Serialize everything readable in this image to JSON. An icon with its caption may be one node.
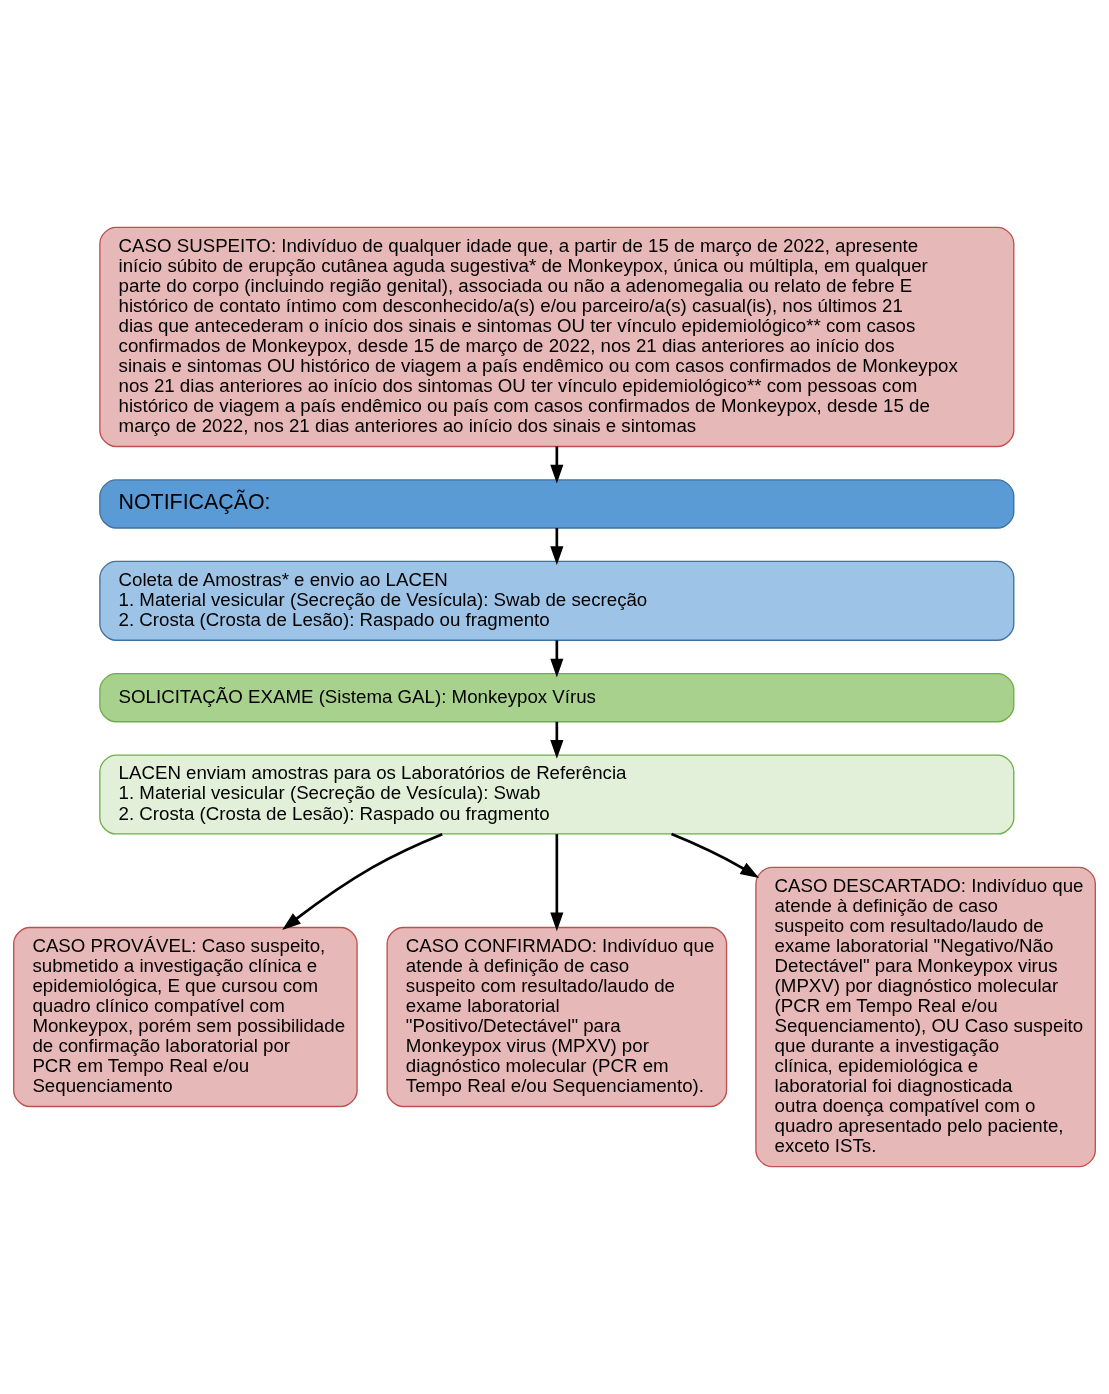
{
  "diagram": {
    "nodes": [
      {
        "text": [
          "CASO SUSPEITO: Indivíduo de qualquer idade que, a partir de 15 de março de 2022, apresente início súbito de erupção cutânea aguda sugestiva* de Monkeypox, única ou múltipla, em qualquer parte do corpo (incluindo região genital), associada ou não a adenomegalia ou relato de febre E histórico de contato íntimo com desconhecido/a(s) e/ou parceiro/a(s) casual(is), nos últimos 21 dias que antecederam o início dos sinais e sintomas OU ter vínculo epidemiológico** com casos confirmados de Monkeypox, desde 15 de março de 2022, nos 21 dias anteriores ao início dos sinais e sintomas OU histórico de viagem a país endêmico ou com casos confirmados de Monkeypox nos 21 dias anteriores ao início dos sintomas OU ter vínculo epidemiológico** com pessoas com histórico de viagem a país endêmico ou país com casos confirmados de Monkeypox, desde 15 de março de 2022, nos 21 dias anteriores ao início dos sinais e sintomas"
        ]
      },
      {
        "text": [
          "NOTIFICAÇÃO:"
        ]
      },
      {
        "text": [
          "Coleta de Amostras* e envio ao LACEN",
          "1. Material vesicular (Secreção de Vesícula): Swab de secreção",
          "2. Crosta (Crosta de Lesão): Raspado ou fragmento"
        ]
      },
      {
        "text": [
          "SOLICITAÇÃO EXAME (Sistema GAL): Monkeypox Vírus"
        ]
      },
      {
        "text": [
          "LACEN enviam amostras para os Laboratórios de Referência",
          "1. Material vesicular (Secreção de Vesícula): Swab",
          "2. Crosta (Crosta de Lesão): Raspado ou fragmento"
        ]
      },
      {
        "text": [
          "CASO PROVÁVEL: Caso suspeito, submetido a investigação clínica e epidemiológica, E que cursou com quadro clínico compatível com Monkeypox, porém sem possibilidade de confirmação laboratorial por PCR em Tempo Real e/ou Sequenciamento"
        ]
      },
      {
        "text": [
          "CASO CONFIRMADO: Indivíduo que atende à definição de caso suspeito com resultado/laudo de exame laboratorial \"Positivo/Detectável\" para Monkeypox virus (MPXV) por diagnóstico molecular (PCR em Tempo Real e/ou Sequenciamento)."
        ]
      },
      {
        "text": [
          "CASO DESCARTADO: Indivíduo que atende à definição de caso suspeito com resultado/laudo de exame laboratorial \"Negativo/Não Detectável\" para Monkeypox virus (MPXV) por diagnóstico molecular (PCR em Tempo Real e/ou Sequenciamento), OU Caso suspeito que durante a investigação clínica, epidemiológica e laboratorial foi diagnosticada outra doença compatível com o quadro apresentado pelo paciente, exceto ISTs."
        ]
      }
    ],
    "edges": [
      {
        "from": 0,
        "to": 1,
        "arrow": "to"
      },
      {
        "from": 1,
        "to": 2,
        "arrow": "to"
      },
      {
        "from": 2,
        "to": 3,
        "arrow": "to"
      },
      {
        "from": 3,
        "to": 4,
        "arrow": "to"
      },
      {
        "from": 4,
        "to": 5,
        "arrow": "to"
      },
      {
        "from": 4,
        "to": 6,
        "arrow": "to"
      },
      {
        "from": 4,
        "to": 7,
        "arrow": "to"
      }
    ]
  }
}
